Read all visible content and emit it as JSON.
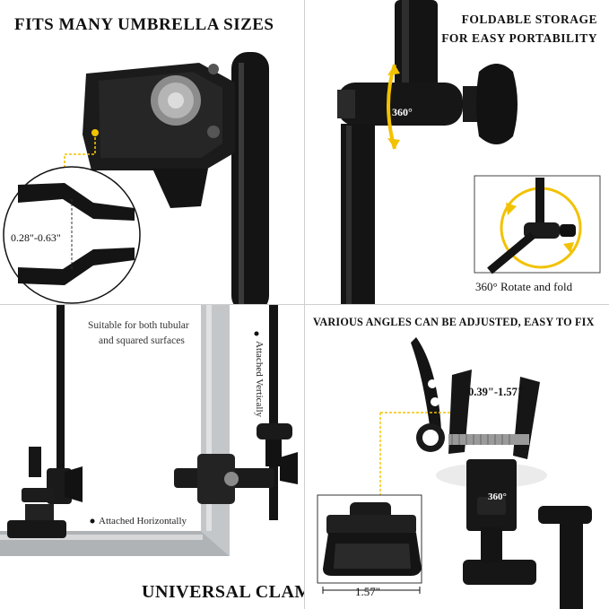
{
  "panels": {
    "top_left": {
      "heading": "FITS MANY UMBRELLA SIZES",
      "measure": "0.28\"-0.63\""
    },
    "top_right": {
      "heading_line1": "FOLDABLE STORAGE",
      "heading_line2": "FOR EASY PORTABILITY",
      "rotate_badge": "360°",
      "inset_caption": "360° Rotate and fold"
    },
    "bottom_left": {
      "caption_line1": "Suitable for both tubular",
      "caption_line2": "and squared surfaces",
      "vertical_label": "Attached Vertically",
      "horizontal_label": "Attached Horizontally",
      "footer_title": "UNIVERSAL CLAMP"
    },
    "bottom_right": {
      "heading": "VARIOUS ANGLES CAN BE ADJUSTED, EASY TO FIX",
      "jaw_measure": "0.39\"-1.57\"",
      "rotate_badge": "360°",
      "base_measure": "1.57\""
    }
  },
  "colors": {
    "accent_yellow": "#f2c200",
    "metal_black": "#141414",
    "frame_silver": "#b9bcbf",
    "divider": "#cfcfcf"
  }
}
